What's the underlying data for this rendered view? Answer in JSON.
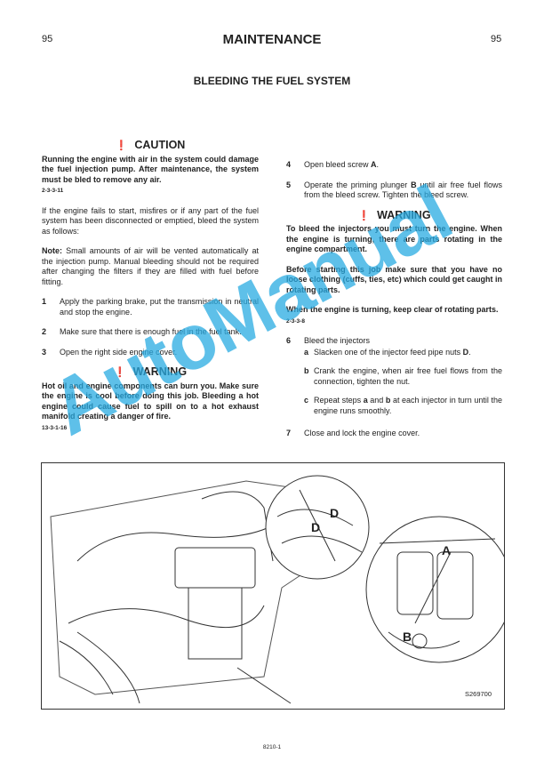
{
  "header": {
    "page_left": "95",
    "title": "MAINTENANCE",
    "page_right": "95"
  },
  "section_title": "BLEEDING THE FUEL SYSTEM",
  "caution": {
    "heading": "CAUTION",
    "text": "Running the engine with air in the system could damage the fuel injection pump. After maintenance, the system must be bled to remove any air.",
    "ref": "2-3-3-11"
  },
  "intro": "If the engine fails to start, misfires or if any part of the fuel system has been disconnected or emptied, bleed the system as follows:",
  "note": {
    "label": "Note:",
    "text": " Small amounts of air will be vented automatically at the injection pump. Manual bleeding should not be required after changing the filters if they are filled with fuel before fitting."
  },
  "steps_left": [
    {
      "n": "1",
      "text": "Apply the parking brake, put the transmission in neutral and stop the engine."
    },
    {
      "n": "2",
      "text": "Make sure that there is enough fuel in the fuel tank."
    },
    {
      "n": "3",
      "text": "Open the right side engine cover."
    }
  ],
  "warning1": {
    "heading": "WARNING",
    "text": "Hot oil and engine components can burn you. Make sure the engine is cool before doing this job. Bleeding a hot engine could cause fuel to spill on to a hot exhaust manifold creating a danger of fire.",
    "ref": "13-3-1-16"
  },
  "step4": {
    "n": "4",
    "pre": "Open bleed screw ",
    "bold": "A",
    "post": "."
  },
  "step5": {
    "n": "5",
    "pre": "Operate the priming plunger ",
    "bold": "B",
    "post": " until air free fuel flows from the bleed screw. Tighten the bleed screw."
  },
  "warning2": {
    "heading": "WARNING",
    "p1": "To bleed the injectors you must turn the engine. When the engine is turning, there are parts rotating in the engine compartment.",
    "p2": "Before starting this job make sure that you have no loose clothing (cuffs, ties, etc) which could get caught in rotating parts.",
    "p3": "When the engine is turning, keep clear of rotating parts.",
    "ref": "2-3-3-8"
  },
  "step6": {
    "n": "6",
    "text": "Bleed the injectors",
    "a": {
      "n": "a",
      "pre": "Slacken one of the injector feed pipe nuts ",
      "bold": "D",
      "post": "."
    },
    "b": {
      "n": "b",
      "text": "Crank the engine, when air free fuel flows from the connection, tighten the nut."
    },
    "c": {
      "n": "c",
      "pre": "Repeat steps ",
      "b1": "a",
      "mid": " and ",
      "b2": "b",
      "post": " at each injector in turn until the engine runs smoothly."
    }
  },
  "step7": {
    "n": "7",
    "text": "Close and lock the engine cover."
  },
  "figure": {
    "labels": {
      "d1": "D",
      "d2": "D",
      "a": "A",
      "b": "B"
    },
    "code": "S269700"
  },
  "watermark": "AutoManual",
  "footer": "8210-1"
}
